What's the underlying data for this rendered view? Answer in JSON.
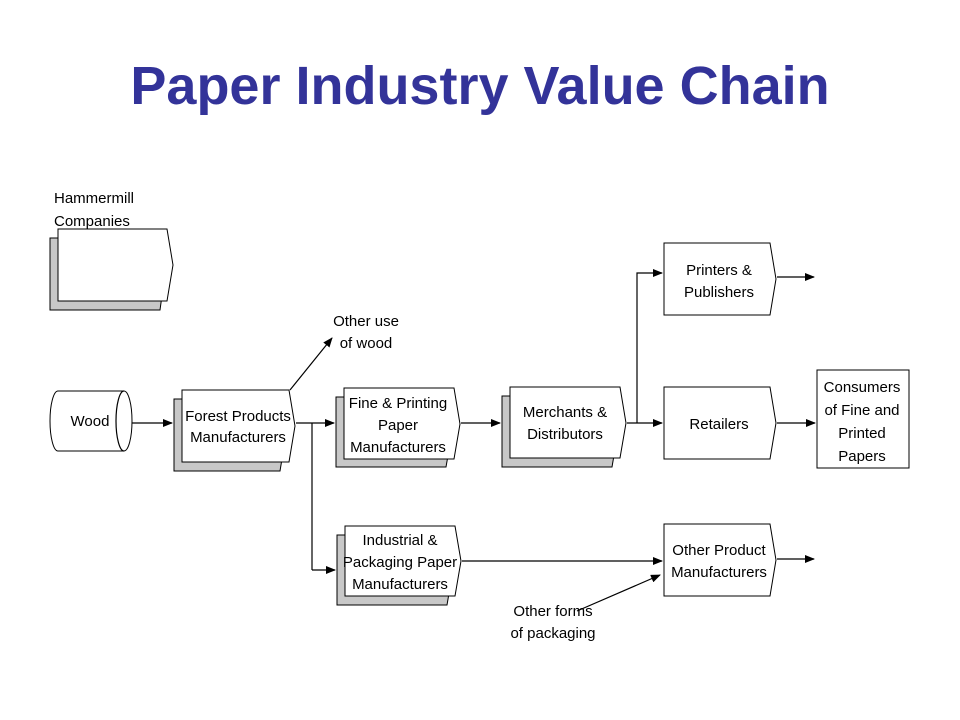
{
  "title": "Paper Industry Value Chain",
  "nodes": {
    "hammermill": [
      "Hammermill",
      "Companies"
    ],
    "wood": [
      "Wood"
    ],
    "forest": [
      "Forest Products",
      "Manufacturers"
    ],
    "other_use": [
      "Other use",
      "of wood"
    ],
    "fine": [
      "Fine & Printing",
      "Paper",
      "Manufacturers"
    ],
    "industrial": [
      "Industrial &",
      "Packaging Paper",
      "Manufacturers"
    ],
    "merchants": [
      "Merchants &",
      "Distributors"
    ],
    "printers": [
      "Printers &",
      "Publishers"
    ],
    "retailers": [
      "Retailers"
    ],
    "consumers": [
      "Consumers",
      "of Fine and",
      "Printed",
      "Papers"
    ],
    "other_product": [
      "Other Product",
      "Manufacturers"
    ],
    "other_forms": [
      "Other forms",
      "of packaging"
    ]
  }
}
